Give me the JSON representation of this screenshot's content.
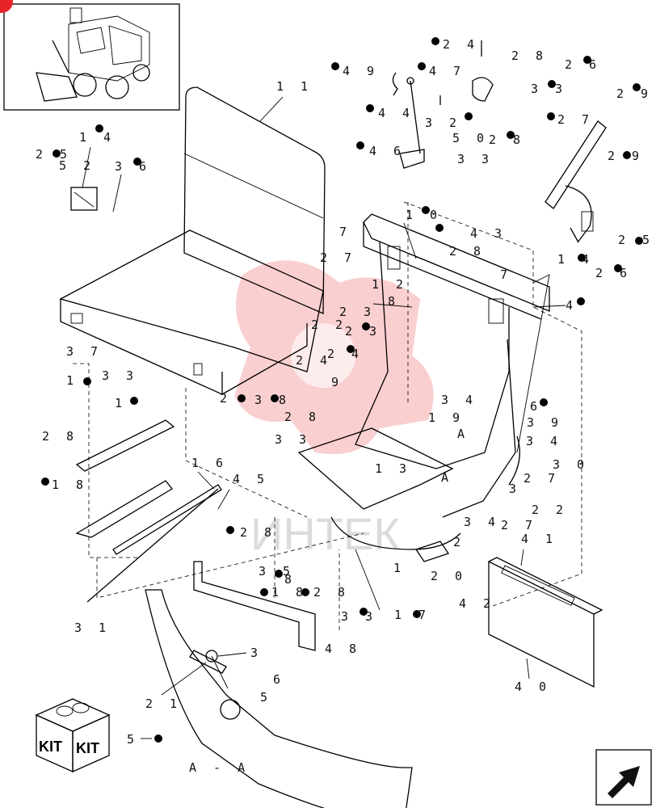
{
  "labels": {
    "l11": "1 1",
    "l14a": "1 4",
    "l25a": "2 5",
    "l52": "5 2",
    "l36": "3 6",
    "l37": "3 7",
    "l1a": "1",
    "l33a": "3 3",
    "l1b": "1",
    "l28a": "2 8",
    "l18a": "1 8",
    "l16": "1 6",
    "l45": "4 5",
    "l31": "3 1",
    "l21": "2 1",
    "l3a": "3",
    "l6a": "6",
    "l5a": "5",
    "l24a": "2 4",
    "l28b": "2 8",
    "l49": "4 9",
    "l47": "4 7",
    "l33b": "3 3",
    "l44": "4 4",
    "l32": "3 2",
    "l50": "5 0",
    "l28c": "2 8",
    "l46": "4 6",
    "l33c": "3 3",
    "l26a": "2 6",
    "l29a": "2 9",
    "l27a": "2 7",
    "l29b": "2 9",
    "l14b": "1 4",
    "l25b": "2 5",
    "l26b": "2 6",
    "l10": "1 0",
    "l43": "4 3",
    "l28d": "2 8",
    "l7a": "7",
    "l27b": "2 7",
    "l7b": "7",
    "l4": "4",
    "l12": "1 2",
    "l8a": "8",
    "l22a": "2 2",
    "l23a": "2 3",
    "l23b": "2 3",
    "l24b": "2 4",
    "l24c": "2 4",
    "l9": "9",
    "l2a": "2",
    "l38": "3 8",
    "l28e": "2 8",
    "l33d": "3 3",
    "l13": "1 3",
    "l34a": "3 4",
    "l6b": "6",
    "l19": "1 9",
    "l39": "3 9",
    "l34b": "3 4",
    "lA1": "A",
    "lA2": "A",
    "l30": "3 0",
    "l27c": "2 7",
    "l3b": "3",
    "l22b": "2 2",
    "l34c": "3 4",
    "l27d": "2 7",
    "l2b": "2",
    "l1c": "1",
    "l28f": "2 8",
    "l35": "3 5",
    "l8b": "8",
    "l18b": "1 8",
    "l28g": "2 8",
    "l33e": "3 3",
    "l20": "2 0",
    "l17": "1 7",
    "l48": "4 8",
    "l41": "4 1",
    "l42": "4 2",
    "l40": "4 0",
    "l5kit": "5",
    "lAA": "A - A",
    "kit1": "KIT",
    "kit2": "KIT"
  },
  "watermark": "ИНТЕК",
  "colors": {
    "marker": "#000000",
    "watermark": "#e8232a",
    "badge": "#e8232a"
  },
  "icons": {
    "thumbnail": "skid-steer-loader-icon",
    "kit": "kit-box-icon",
    "nav": "arrow-icon"
  }
}
